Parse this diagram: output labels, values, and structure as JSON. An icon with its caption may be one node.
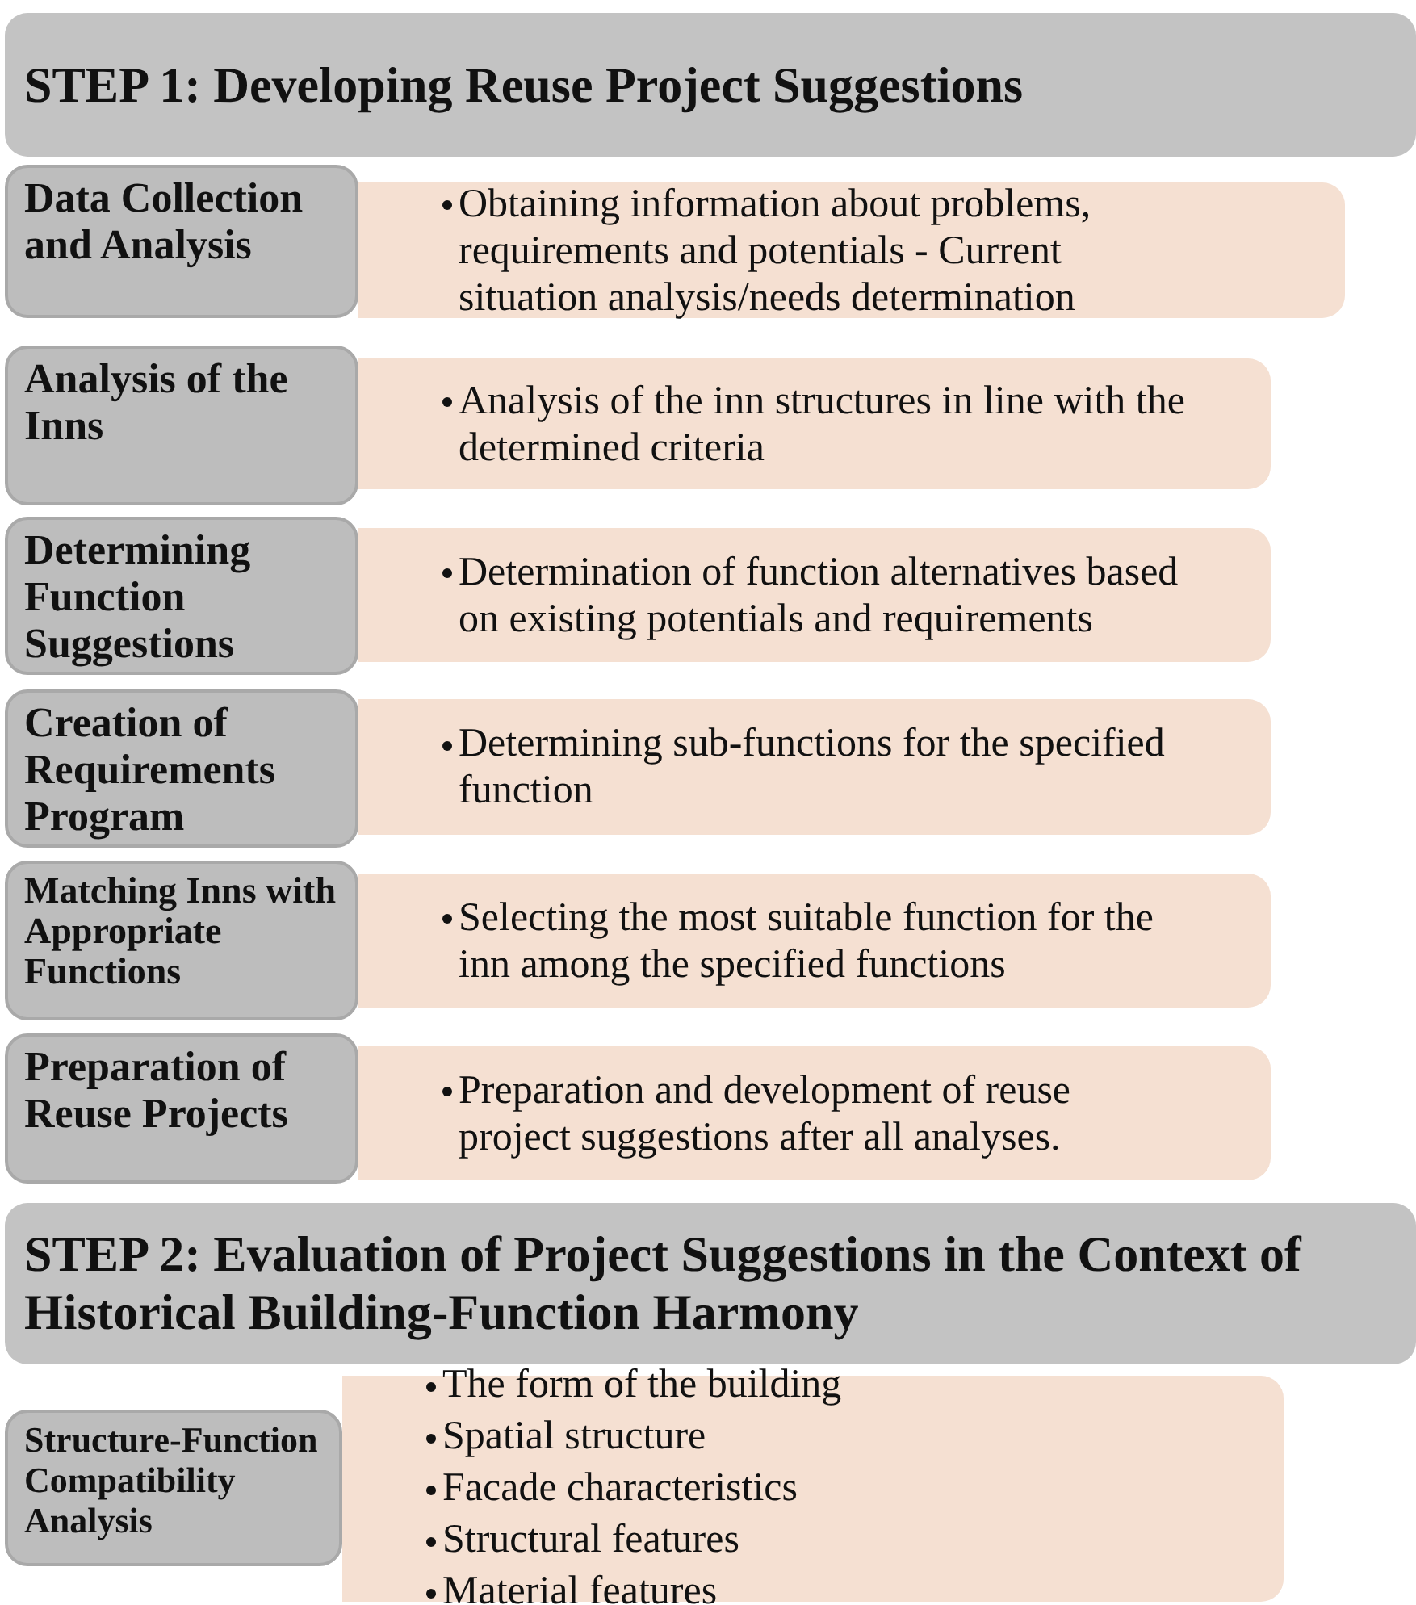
{
  "diagram": {
    "nodes": [
      {
        "text": [
          "STEP 1: Developing Reuse Project Suggestions"
        ]
      },
      {
        "text": [
          "Data Collection and Analysis"
        ]
      },
      {
        "text": [
          "Obtaining information about problems, requirements and potentials - Current situation analysis/needs determination"
        ]
      },
      {
        "text": [
          "Analysis of the Inns"
        ]
      },
      {
        "text": [
          "Analysis of the inn structures in line with the determined criteria"
        ]
      },
      {
        "text": [
          "Determining Function Suggestions"
        ]
      },
      {
        "text": [
          "Determination of function alternatives based on existing potentials and requirements"
        ]
      },
      {
        "text": [
          "Creation of Requirements Program"
        ]
      },
      {
        "text": [
          "Determining sub-functions for the specified function"
        ]
      },
      {
        "text": [
          "Matching Inns with Appropriate Functions"
        ]
      },
      {
        "text": [
          "Selecting the most suitable function for the inn among the specified functions"
        ]
      },
      {
        "text": [
          "Preparation of Reuse Projects"
        ]
      },
      {
        "text": [
          "Preparation and development of reuse project suggestions after all analyses."
        ]
      },
      {
        "text": [
          "STEP 2: Evaluation of Project Suggestions in the Context of Historical Building-Function Harmony"
        ]
      },
      {
        "text": [
          "Structure-Function Compatibility Analysis"
        ]
      },
      {
        "text": [
          "The form of the building",
          "Spatial structure",
          "Facade characteristics",
          "Structural features",
          "Material features"
        ]
      }
    ]
  }
}
